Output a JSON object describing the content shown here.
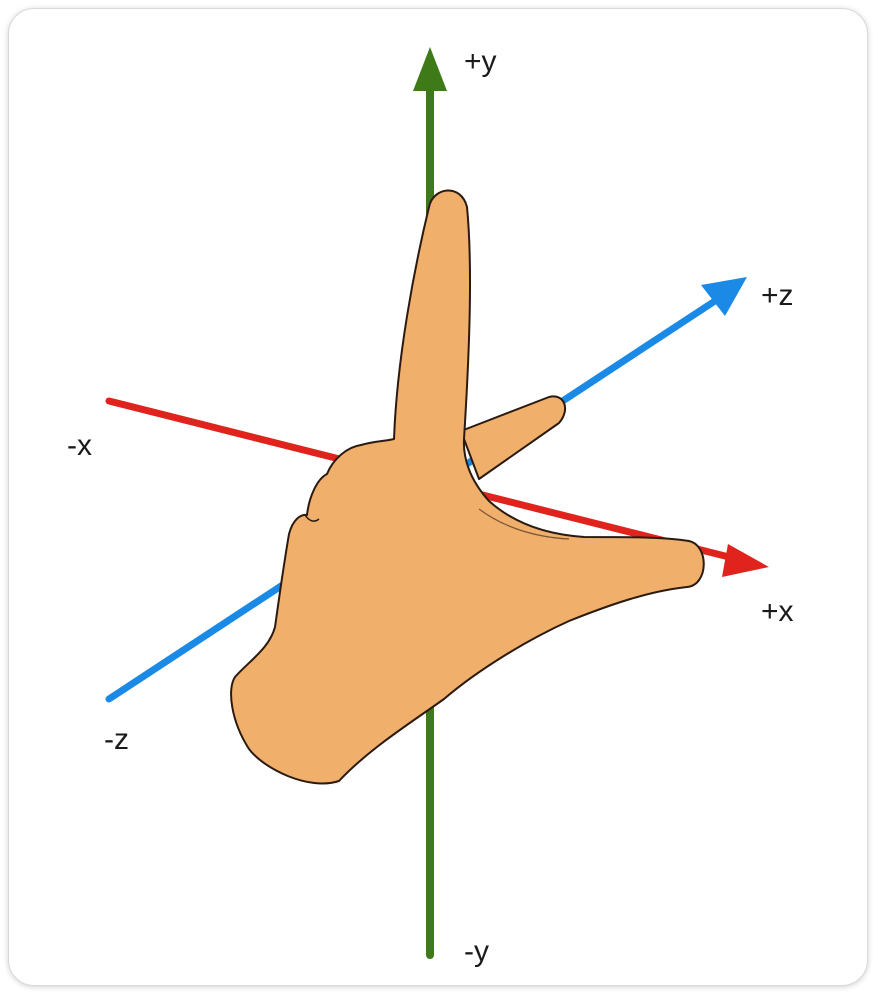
{
  "diagram": {
    "colors": {
      "x_axis": "#e0231c",
      "y_axis": "#3e7a17",
      "z_axis": "#1a8ae6",
      "hand_fill": "#f0b06c",
      "hand_outline": "#2a1a10"
    },
    "labels": {
      "pos_y": "+y",
      "neg_y": "-y",
      "pos_x": "+x",
      "neg_x": "-x",
      "pos_z": "+z",
      "neg_z": "-z"
    }
  }
}
